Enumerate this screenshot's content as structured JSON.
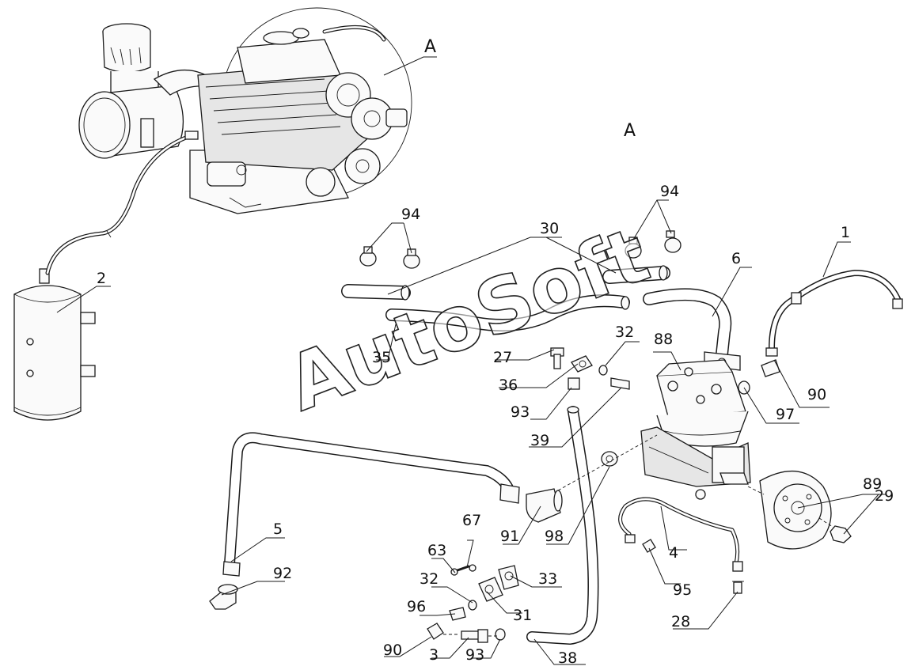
{
  "watermark": "AutoSoft",
  "view_labels": {
    "engine_callout": "A",
    "view_title": "A"
  },
  "callouts": {
    "c1": "1",
    "c2": "2",
    "c3": "3",
    "c4": "4",
    "c5": "5",
    "c6": "6",
    "c27": "27",
    "c28": "28",
    "c29": "29",
    "c30": "30",
    "c31": "31",
    "c32a": "32",
    "c32b": "32",
    "c33": "33",
    "c35": "35",
    "c36": "36",
    "c38": "38",
    "c39": "39",
    "c63": "63",
    "c67": "67",
    "c88": "88",
    "c89": "89",
    "c90a": "90",
    "c90b": "90",
    "c91": "91",
    "c92": "92",
    "c93a": "93",
    "c93b": "93",
    "c94a": "94",
    "c94b": "94",
    "c95": "95",
    "c96": "96",
    "c97": "97",
    "c98": "98"
  }
}
